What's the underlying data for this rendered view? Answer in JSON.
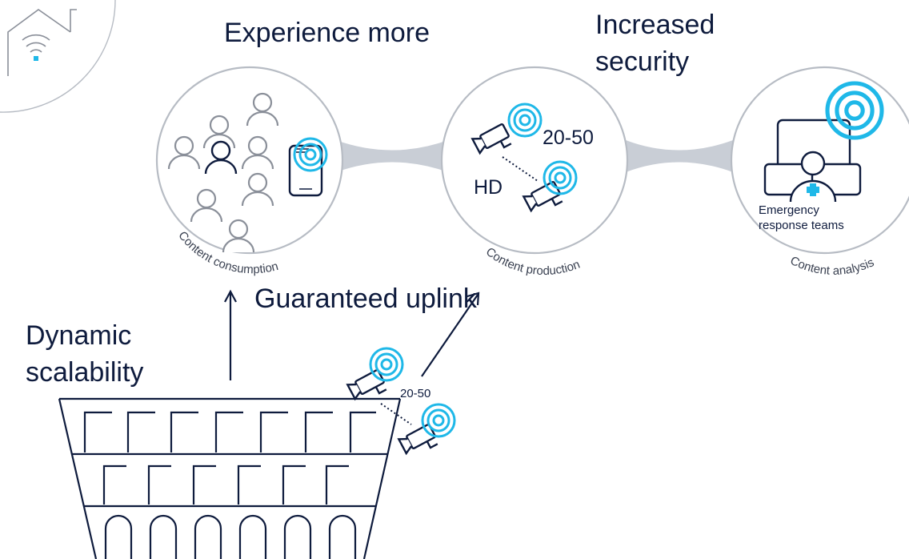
{
  "headings": {
    "experience": "Experience more",
    "security_line1": "Increased",
    "security_line2": "security",
    "uplink": "Guaranteed uplink",
    "scalability_line1": "Dynamic",
    "scalability_line2": "scalability"
  },
  "nodes": {
    "consumption_caption": "Content consumption",
    "production_caption": "Content production",
    "analysis_caption": "Content analysis",
    "production_count": "20-50",
    "production_quality": "HD",
    "analysis_label_line1": "Emergency",
    "analysis_label_line2": "response teams"
  },
  "stadium": {
    "camera_count": "20-50"
  },
  "colors": {
    "accent": "#1fb8e8",
    "ink": "#0e1b3d",
    "grey": "#8a8f99",
    "connector": "#c9ced6"
  },
  "icons": [
    "home-wifi-icon",
    "people-icon",
    "phone-icon",
    "camera-icon",
    "broadcast-icon",
    "emergency-responder-icon"
  ]
}
